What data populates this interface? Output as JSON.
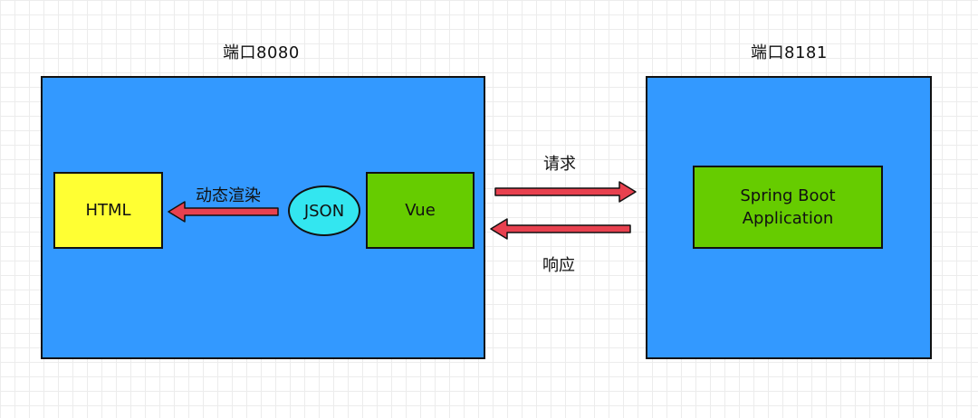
{
  "frontend": {
    "port_label": "端口8080",
    "html_box": "HTML",
    "json_node": "JSON",
    "vue_box": "Vue",
    "render_label": "动态渲染"
  },
  "backend": {
    "port_label": "端口8181",
    "app_line1": "Spring Boot",
    "app_line2": "Application"
  },
  "connections": {
    "request_label": "请求",
    "response_label": "响应"
  },
  "colors": {
    "container": "#3399ff",
    "html_box": "#ffff33",
    "json_node": "#33e6f0",
    "green_box": "#66cc00",
    "arrow_fill": "#e8414f",
    "stroke": "#111111"
  }
}
